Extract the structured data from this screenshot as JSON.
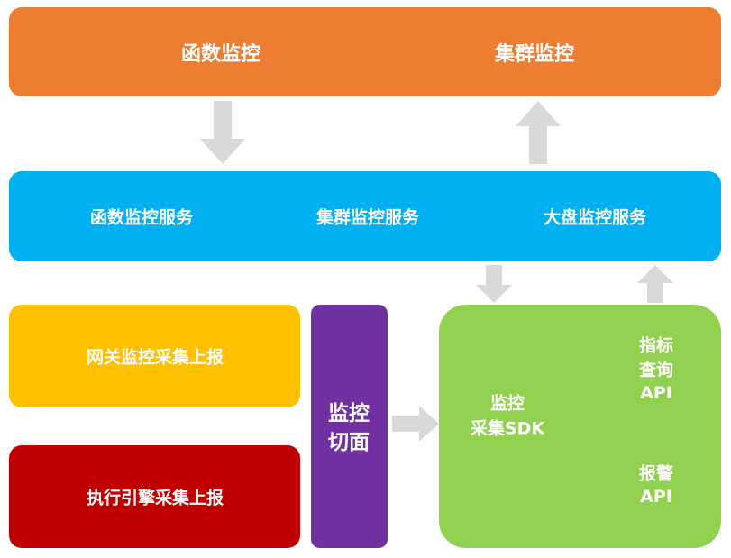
{
  "top": {
    "left": "函数监控",
    "right": "集群监控",
    "color": "#ED7D31"
  },
  "services": {
    "items": [
      "函数监控服务",
      "集群监控服务",
      "大盘监控服务"
    ],
    "color": "#00B0F0"
  },
  "gateway": {
    "label": "网关监控采集上报",
    "color": "#FFC000"
  },
  "engine": {
    "label": "执行引擎采集上报",
    "color": "#C00000"
  },
  "aspect": {
    "line1": "监控",
    "line2": "切面",
    "color": "#7030A0"
  },
  "sdk": {
    "color": "#92D050",
    "collect_line1": "监控",
    "collect_line2": "采集SDK",
    "query_line1": "指标",
    "query_line2": "查询",
    "query_line3": "API",
    "alert_line1": "报警",
    "alert_line2": "API"
  },
  "arrow_color": "#D9D9D9"
}
